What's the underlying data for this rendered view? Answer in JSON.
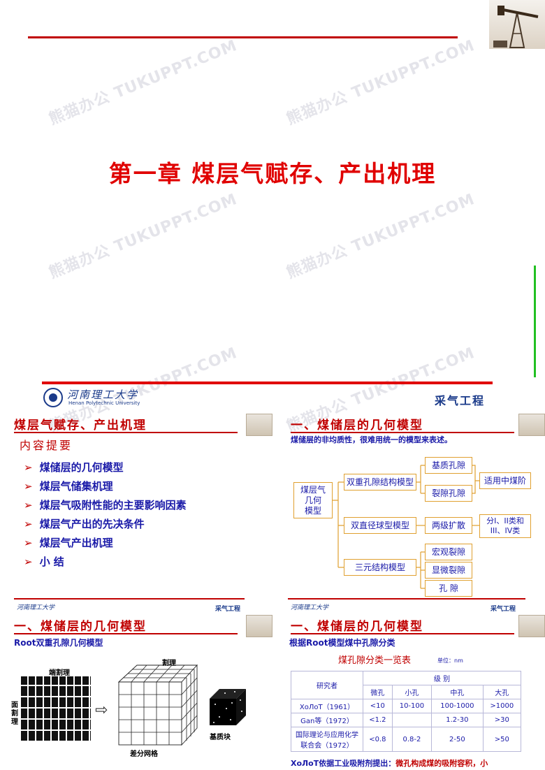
{
  "slide1": {
    "title": "第一章 煤层气赋存、产出机理"
  },
  "watermark": "熊猫办公 TUKUPPT.COM",
  "slide2": {
    "university_cn": "河南理工大学",
    "university_en": "Henan Polytechnic University",
    "course": "采气工程"
  },
  "slide3": {
    "title": "煤层气赋存、产出机理",
    "subtitle": "内容提要",
    "items": [
      "煤储层的几何模型",
      "煤层气储集机理",
      "煤层气吸附性能的主要影响因素",
      "煤层气产出的先决条件",
      "煤层气产出机理",
      "小  结"
    ]
  },
  "slide4": {
    "title": "一、煤储层的几何模型",
    "intro": "煤储层的非均质性，很难用统一的模型来表述。",
    "root_box": "煤层气\n几何\n模型",
    "model1": "双重孔隙结构模型",
    "model2": "双直径球型模型",
    "model3": "三元结构模型",
    "sub1a": "基质孔隙",
    "sub1b": "裂隙孔隙",
    "sub2": "两级扩散",
    "sub3a": "宏观裂隙",
    "sub3b": "显微裂隙",
    "sub3c": "孔 隙",
    "note1": "适用中煤阶",
    "note2": "分I、II类和\nIII、IV类"
  },
  "slide5": {
    "title": "一、煤储层的几何模型",
    "subtitle": "Root双重孔隙几何模型",
    "lbl_end_cleat": "端割理",
    "lbl_face_cleat": "面割理",
    "lbl_cleat": "割理",
    "lbl_matrix": "基质块",
    "lbl_grid": "差分网格"
  },
  "slide6": {
    "title": "一、煤储层的几何模型",
    "subtitle": "根据Root模型煤中孔隙分类",
    "table_title": "煤孔隙分类一览表",
    "unit": "单位：nm",
    "col_researcher": "研究者",
    "col_level": "级  别",
    "levels": [
      "微孔",
      "小孔",
      "中孔",
      "大孔"
    ],
    "rows": [
      [
        "ХоЛоТ（1961）",
        "<10",
        "10-100",
        "100-1000",
        ">1000"
      ],
      [
        "Gan等（1972）",
        "<1.2",
        "",
        "1.2-30",
        ">30"
      ],
      [
        "国际理论与应用化学联合会（1972）",
        "<0.8",
        "0.8-2",
        "2-50",
        ">50"
      ]
    ],
    "footer_a": "ХоЛоТ依据工业吸附剂提出：",
    "footer_b": "微孔构成煤的吸附容积，小"
  },
  "colors": {
    "accent_red": "#c00000",
    "text_blue": "#1a1aa8",
    "box_border": "#e0a030",
    "green_bar": "#22c022"
  }
}
